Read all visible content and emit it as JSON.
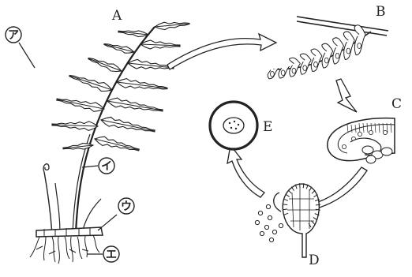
{
  "labels": {
    "a": "A",
    "b": "B",
    "c": "C",
    "d": "D",
    "e": "E"
  },
  "markers": {
    "a": "ア",
    "i": "イ",
    "u": "ウ",
    "e": "エ"
  }
}
